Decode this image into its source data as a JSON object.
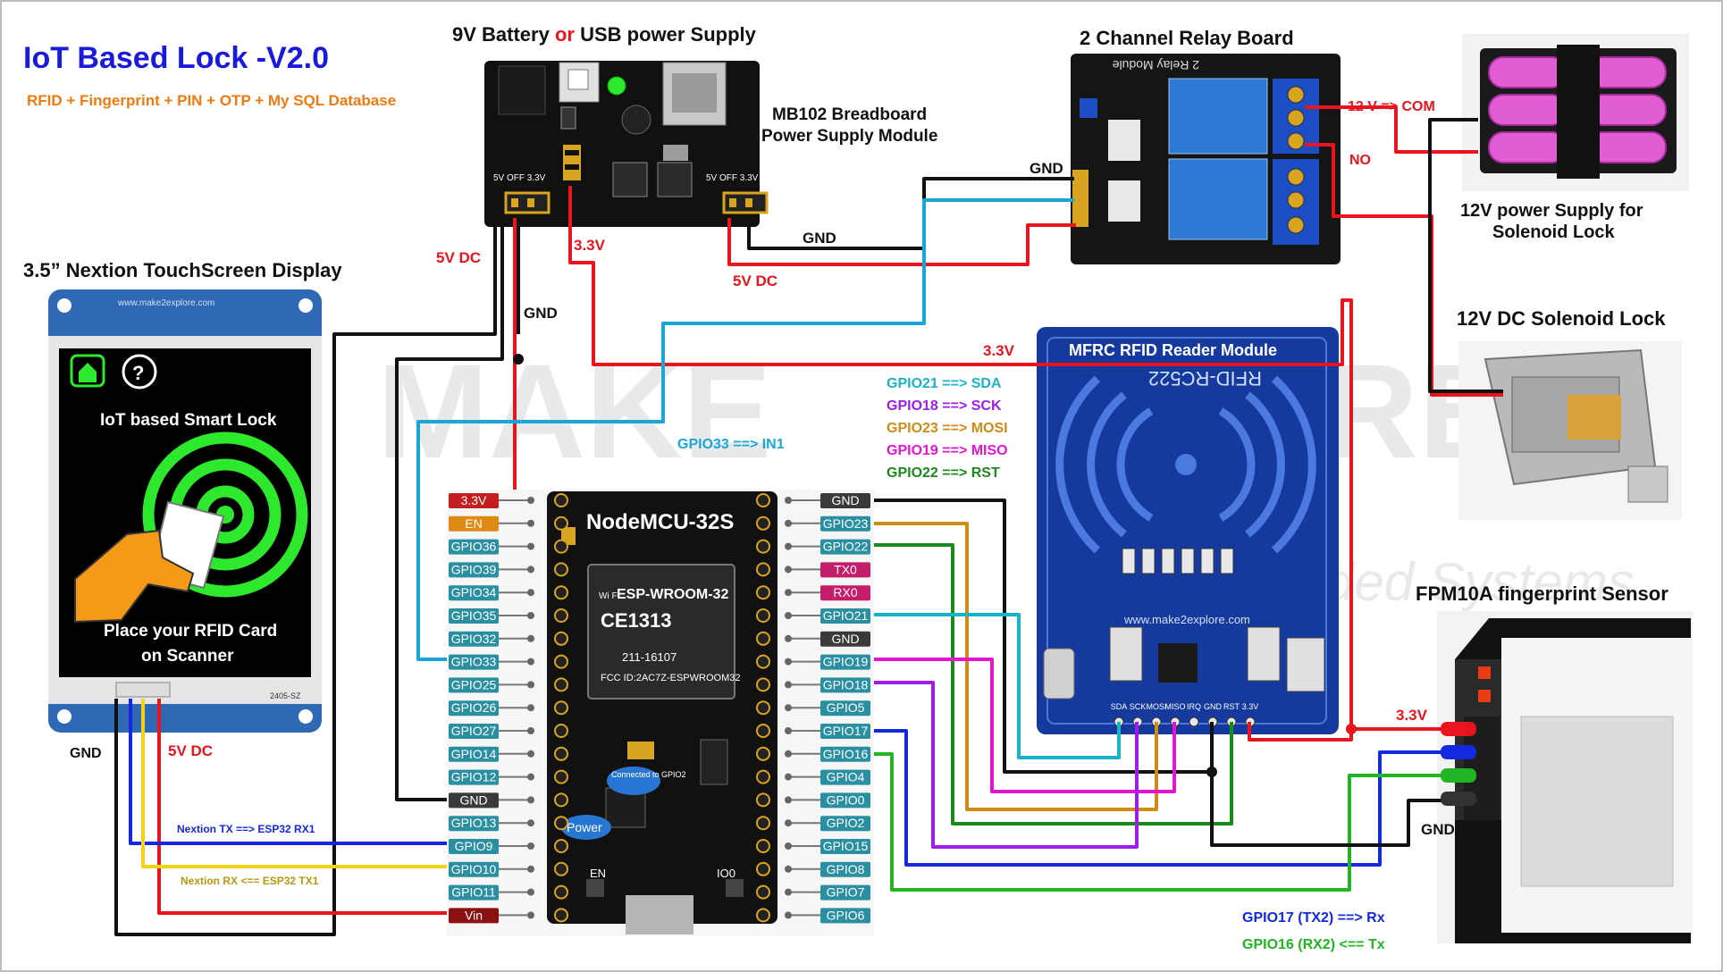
{
  "title": "IoT Based Lock -V2.0",
  "subtitle": "RFID + Fingerprint + PIN + OTP + My SQL Database",
  "power": {
    "title_part1": "9V Battery ",
    "title_or": "or",
    "title_part2": " USB power Supply",
    "module_line1": "MB102  Breadboard",
    "module_line2": "Power Supply Module"
  },
  "relay": {
    "title": "2 Channel Relay Board",
    "com_label": "12 V => COM",
    "no_label": "NO",
    "board_text": "2 Relay Module"
  },
  "battery": {
    "line1": "12V power Supply for",
    "line2": "Solenoid Lock"
  },
  "solenoid": {
    "title": "12V DC Solenoid Lock"
  },
  "display": {
    "title": "3.5” Nextion TouchScreen Display",
    "screen_title": "IoT based Smart Lock",
    "screen_line1": "Place your RFID Card",
    "screen_line2": "on Scanner",
    "url": "www.make2explore.com",
    "model": "2405-SZ"
  },
  "mcu": {
    "title": "NodeMCU-32S",
    "chip": "ESP-WROOM-32",
    "cert": "CE1313",
    "fcc": "FCC ID:2AC7Z-ESPWROOM32",
    "rf": "211-16107",
    "wifi": "Wi Fi",
    "en_btn": "EN",
    "io0_btn": "IO0",
    "bubble_gpio": "Connected to GPIO2",
    "bubble_power": "Power",
    "left_pins": [
      "3.3V",
      "EN",
      "GPIO36",
      "GPIO39",
      "GPIO34",
      "GPIO35",
      "GPIO32",
      "GPIO33",
      "GPIO25",
      "GPIO26",
      "GPIO27",
      "GPIO14",
      "GPIO12",
      "GND",
      "GPIO13",
      "GPIO9",
      "GPIO10",
      "GPIO11",
      "Vin"
    ],
    "right_pins": [
      "GND",
      "GPIO23",
      "GPIO22",
      "TX0",
      "RX0",
      "GPIO21",
      "GND",
      "GPIO19",
      "GPIO18",
      "GPIO5",
      "GPIO17",
      "GPIO16",
      "GPIO4",
      "GPIO0",
      "GPIO2",
      "GPIO15",
      "GPIO8",
      "GPIO7",
      "GPIO6"
    ]
  },
  "rfid": {
    "title": "MFRC RFID Reader Module",
    "chip": "RFID-RC522",
    "url": "www.make2explore.com",
    "pins": [
      "SDA",
      "SCK",
      "MOSI",
      "MISO",
      "IRQ",
      "GND",
      "RST",
      "3.3V"
    ]
  },
  "rfid_map": [
    {
      "text": "GPIO21 ==> SDA",
      "color": "#1ab3c6"
    },
    {
      "text": "GPIO18 ==> SCK",
      "color": "#9b1fe8"
    },
    {
      "text": "GPIO23 ==> MOSI",
      "color": "#d08a16"
    },
    {
      "text": "GPIO19 ==> MISO",
      "color": "#e316d0"
    },
    {
      "text": "GPIO22 ==> RST",
      "color": "#1a8a1a"
    }
  ],
  "fingerprint": {
    "title": "FPM10A fingerprint Sensor"
  },
  "wire_labels": {
    "v5_left": "5V DC",
    "v33_top": "3.3V",
    "gnd_top": "GND",
    "gnd_relay": "GND",
    "gnd_mid": "GND",
    "v5_right": "5V DC",
    "v33_mid": "3.3V",
    "in1": "GPIO33 ==> IN1",
    "disp_gnd": "GND",
    "disp_5v": "5V DC",
    "nextion_tx": "Nextion TX ==> ESP32 RX1",
    "nextion_rx": "Nextion RX <== ESP32 TX1",
    "fp_33": "3.3V",
    "fp_gnd": "GND",
    "fp_tx": "GPIO17 (TX2) ==> Rx",
    "fp_rx": "GPIO16 (RX2) <== Tx"
  },
  "colors": {
    "title": "#1a1adc",
    "subtitle": "#f07a10",
    "red": "#e8141e",
    "black": "#111111",
    "blue_data": "#1428e0",
    "green_data": "#22b422",
    "yellow": "#f2d21a",
    "cyan": "#1aa6d6",
    "pin_bg": "#2a8fa0"
  }
}
